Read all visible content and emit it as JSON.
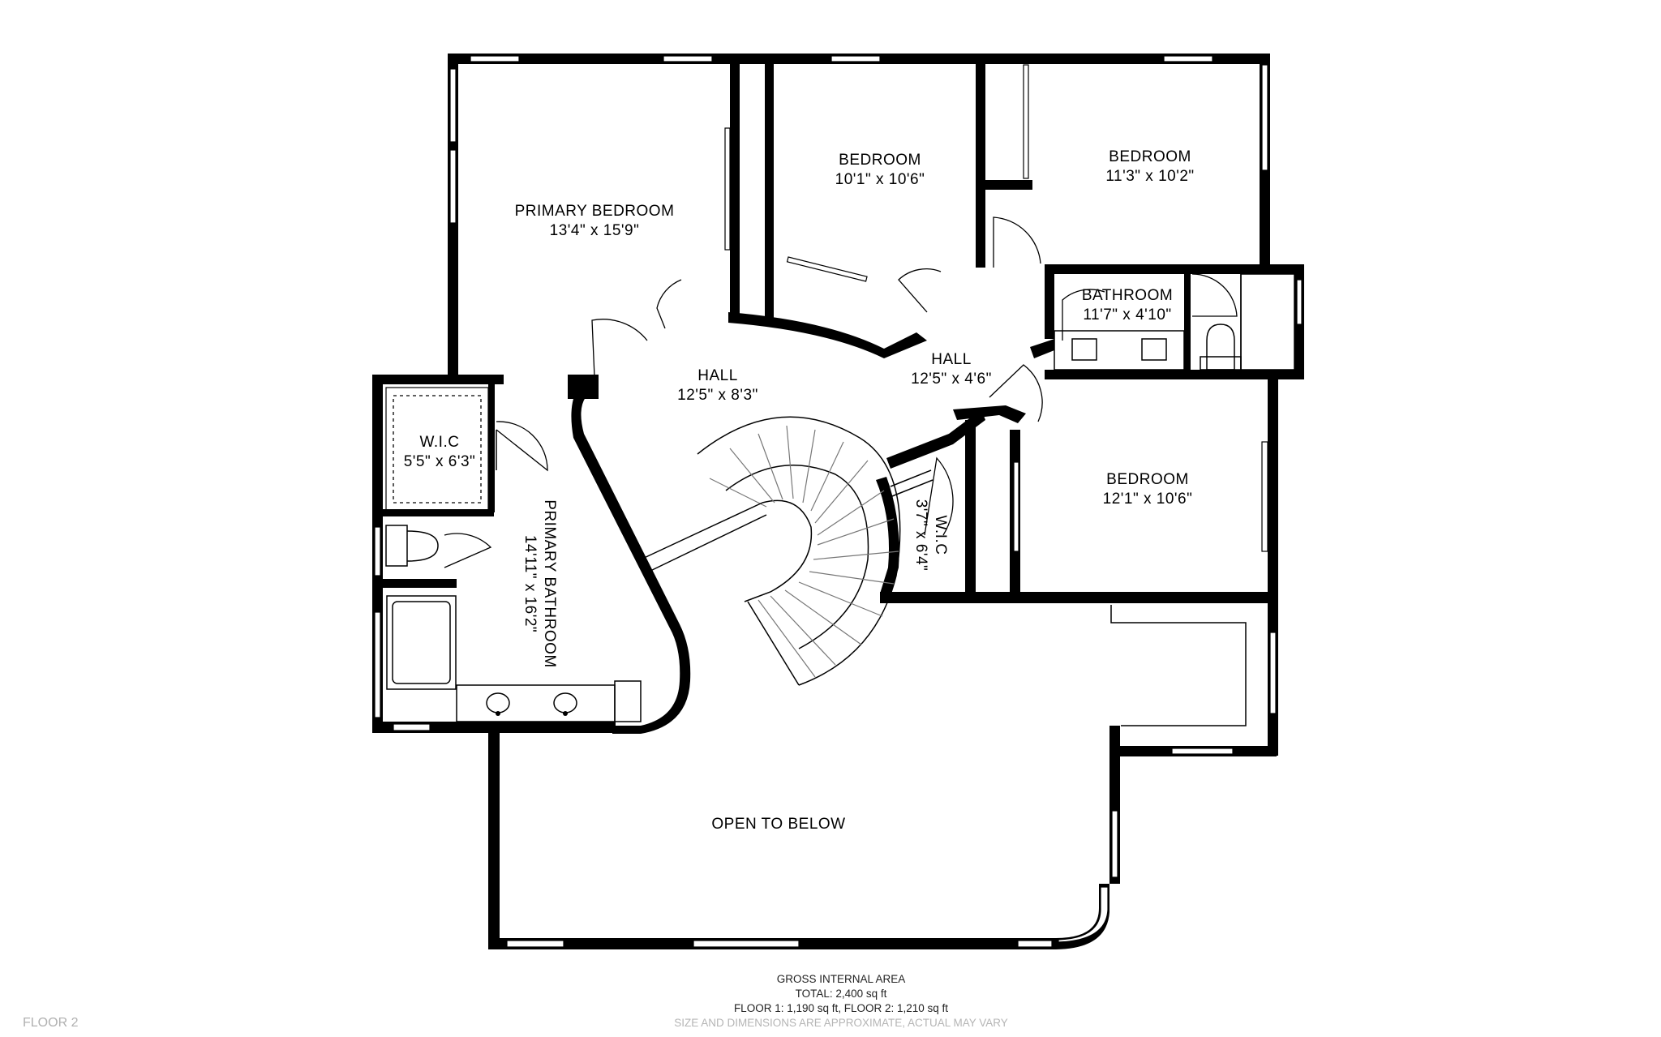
{
  "rooms": [
    {
      "name": "PRIMARY BEDROOM",
      "dims": "13'4\" x 15'9\""
    },
    {
      "name": "BEDROOM",
      "dims": "10'1\" x 10'6\""
    },
    {
      "name": "BEDROOM",
      "dims": "11'3\" x 10'2\""
    },
    {
      "name": "BATHROOM",
      "dims": "11'7\" x 4'10\""
    },
    {
      "name": "HALL",
      "dims": "12'5\" x 8'3\""
    },
    {
      "name": "HALL",
      "dims": "12'5\" x 4'6\""
    },
    {
      "name": "W.I.C",
      "dims": "5'5\" x 6'3\""
    },
    {
      "name": "PRIMARY BATHROOM",
      "dims": "14'11\" x 16'2\""
    },
    {
      "name": "W.I.C",
      "dims": "3'7\" x 6'4\""
    },
    {
      "name": "BEDROOM",
      "dims": "12'1\" x 10'6\""
    },
    {
      "name": "OPEN TO BELOW",
      "dims": ""
    }
  ],
  "footer": {
    "title": "GROSS INTERNAL AREA",
    "total": "TOTAL: 2,400 sq ft",
    "floors": "FLOOR 1: 1,190 sq ft, FLOOR 2: 1,210 sq ft",
    "disclaimer": "SIZE AND DIMENSIONS ARE APPROXIMATE, ACTUAL MAY VARY"
  },
  "floor_label": "FLOOR 2"
}
